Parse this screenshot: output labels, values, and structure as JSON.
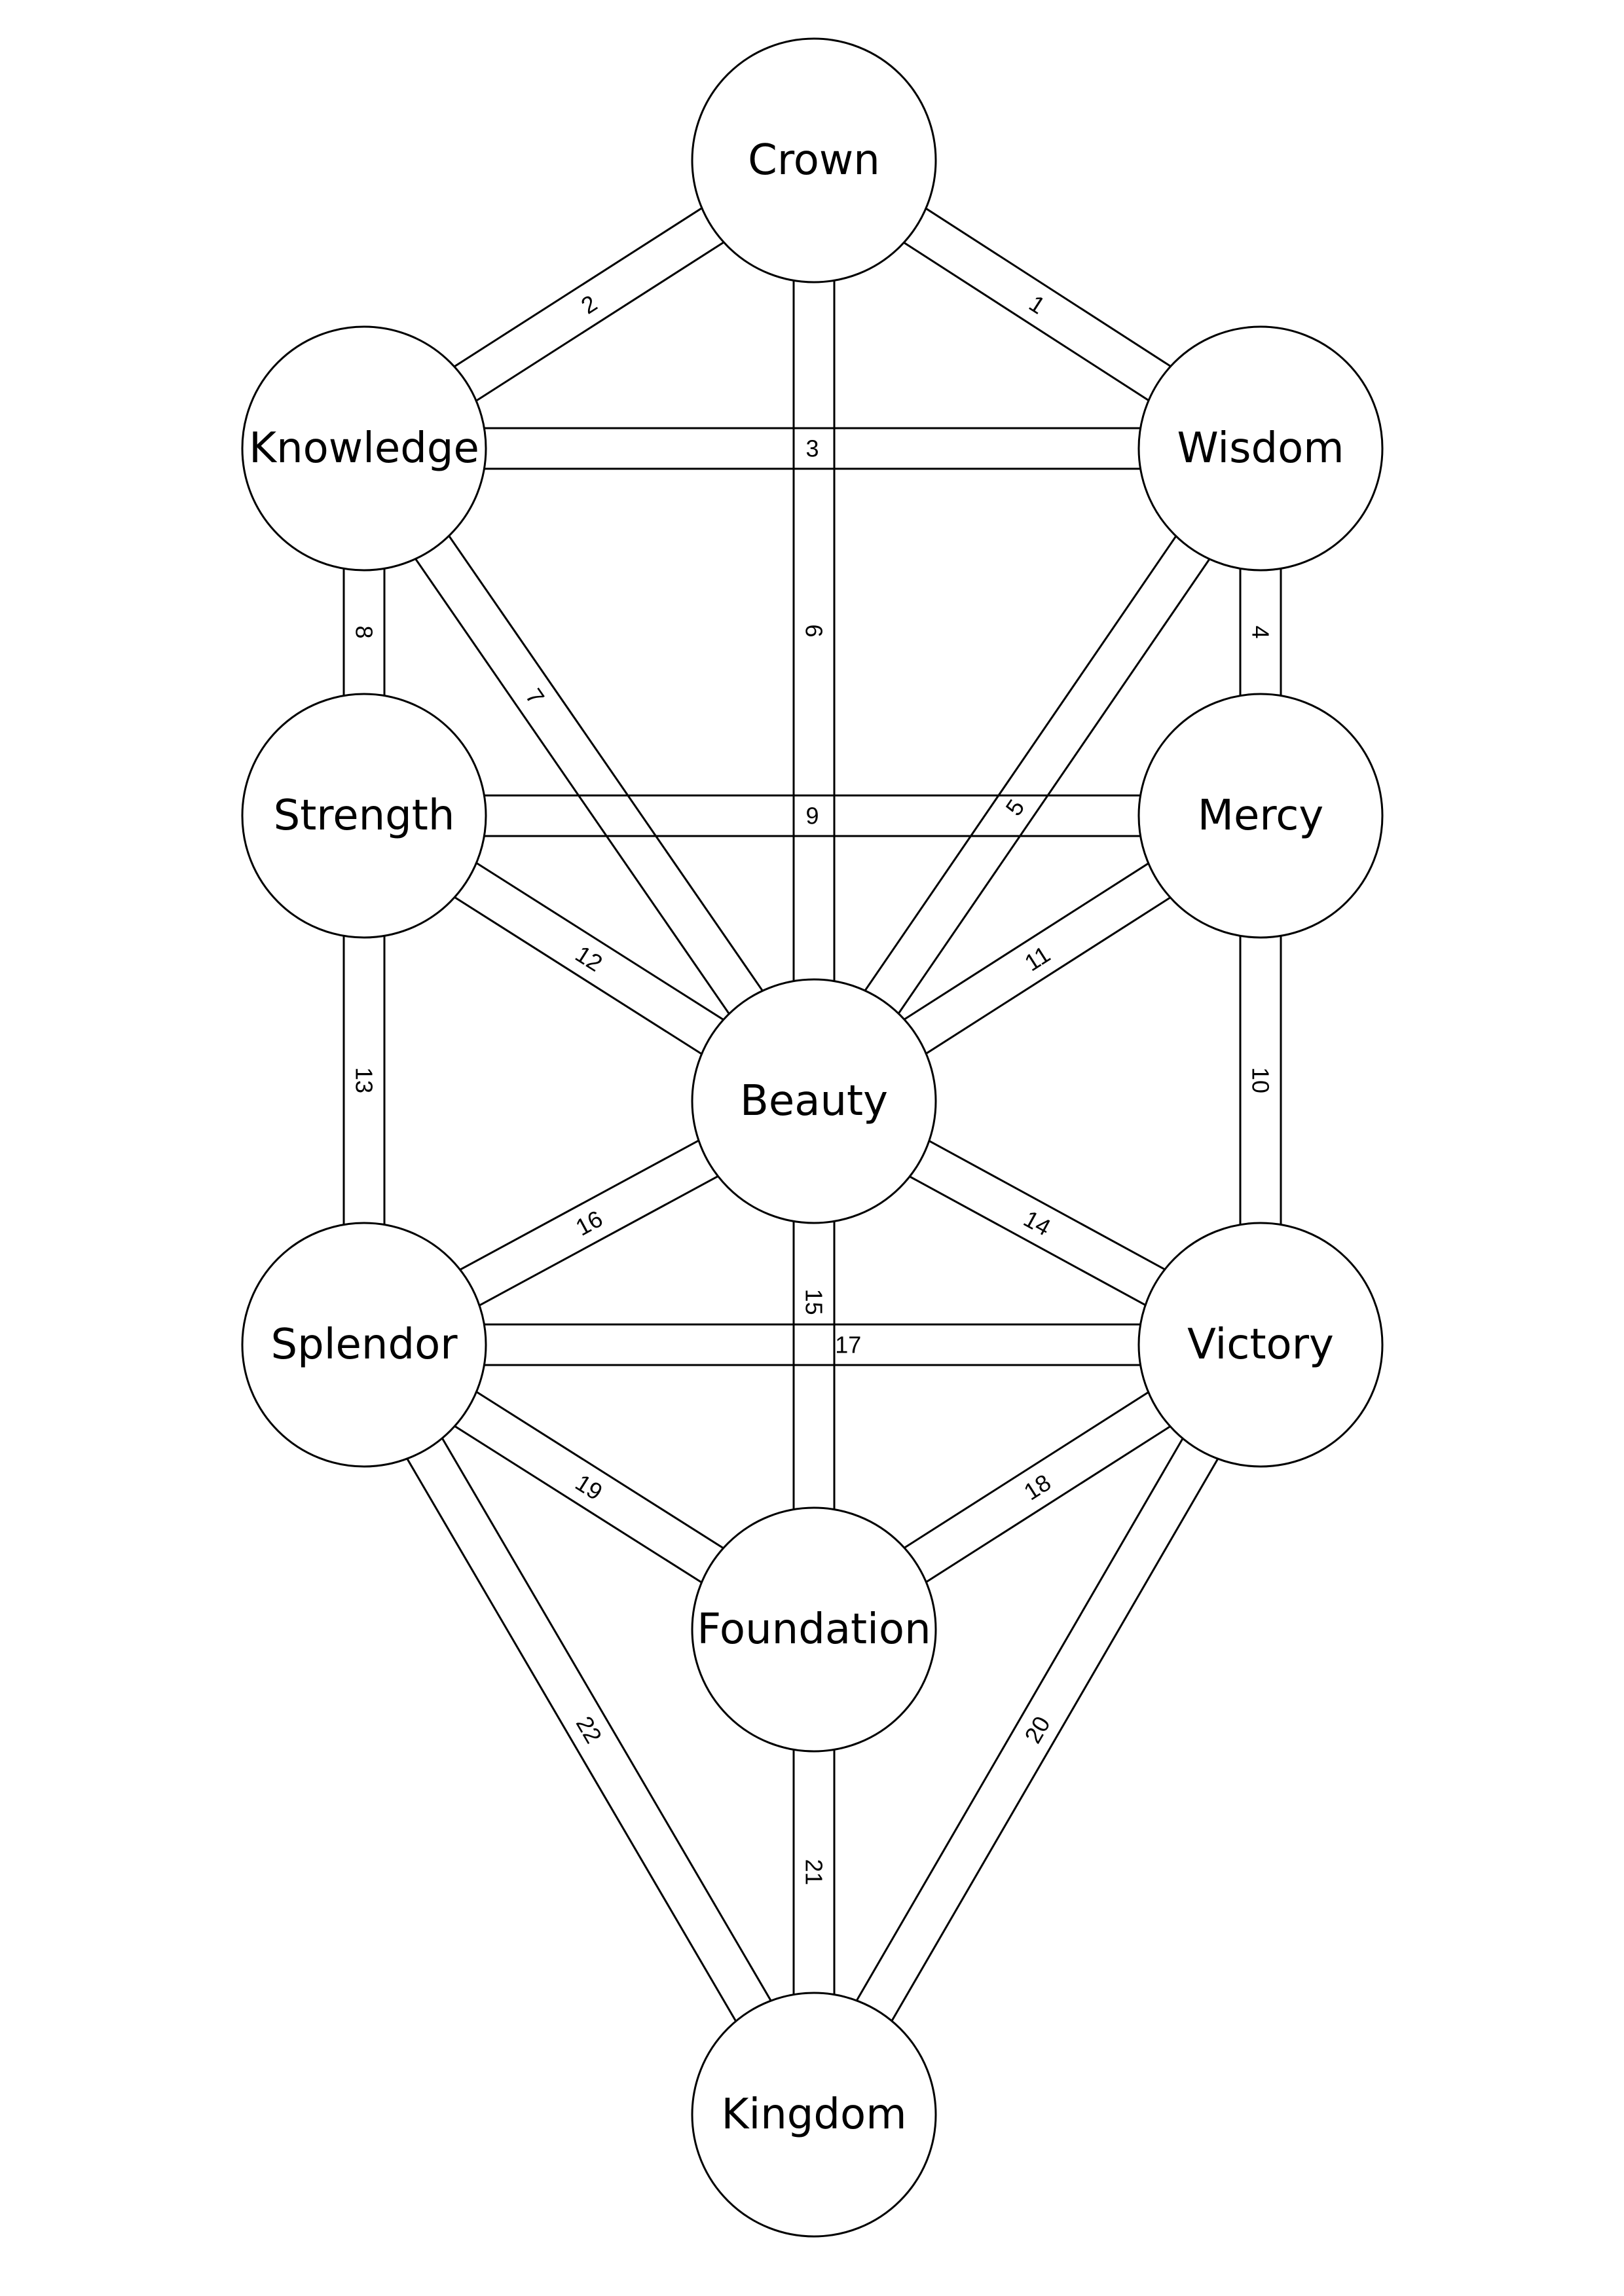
{
  "diagram": {
    "nodes": [
      {
        "id": "crown",
        "label": "Crown"
      },
      {
        "id": "wisdom",
        "label": "Wisdom"
      },
      {
        "id": "knowledge",
        "label": "Knowledge"
      },
      {
        "id": "mercy",
        "label": "Mercy"
      },
      {
        "id": "strength",
        "label": "Strength"
      },
      {
        "id": "beauty",
        "label": "Beauty"
      },
      {
        "id": "victory",
        "label": "Victory"
      },
      {
        "id": "splendor",
        "label": "Splendor"
      },
      {
        "id": "foundation",
        "label": "Foundation"
      },
      {
        "id": "kingdom",
        "label": "Kingdom"
      }
    ],
    "paths": [
      {
        "label": "1",
        "from": "crown",
        "to": "wisdom"
      },
      {
        "label": "2",
        "from": "crown",
        "to": "knowledge"
      },
      {
        "label": "3",
        "from": "knowledge",
        "to": "wisdom"
      },
      {
        "label": "4",
        "from": "wisdom",
        "to": "mercy"
      },
      {
        "label": "5",
        "from": "wisdom",
        "to": "beauty"
      },
      {
        "label": "6",
        "from": "crown",
        "to": "beauty"
      },
      {
        "label": "7",
        "from": "knowledge",
        "to": "beauty"
      },
      {
        "label": "8",
        "from": "knowledge",
        "to": "strength"
      },
      {
        "label": "9",
        "from": "strength",
        "to": "mercy"
      },
      {
        "label": "10",
        "from": "mercy",
        "to": "victory"
      },
      {
        "label": "11",
        "from": "mercy",
        "to": "beauty"
      },
      {
        "label": "12",
        "from": "strength",
        "to": "beauty"
      },
      {
        "label": "13",
        "from": "strength",
        "to": "splendor"
      },
      {
        "label": "14",
        "from": "beauty",
        "to": "victory"
      },
      {
        "label": "15",
        "from": "beauty",
        "to": "foundation"
      },
      {
        "label": "16",
        "from": "beauty",
        "to": "splendor"
      },
      {
        "label": "17",
        "from": "splendor",
        "to": "victory"
      },
      {
        "label": "18",
        "from": "victory",
        "to": "foundation"
      },
      {
        "label": "19",
        "from": "splendor",
        "to": "foundation"
      },
      {
        "label": "20",
        "from": "victory",
        "to": "kingdom"
      },
      {
        "label": "21",
        "from": "foundation",
        "to": "kingdom"
      },
      {
        "label": "22",
        "from": "splendor",
        "to": "kingdom"
      }
    ]
  }
}
